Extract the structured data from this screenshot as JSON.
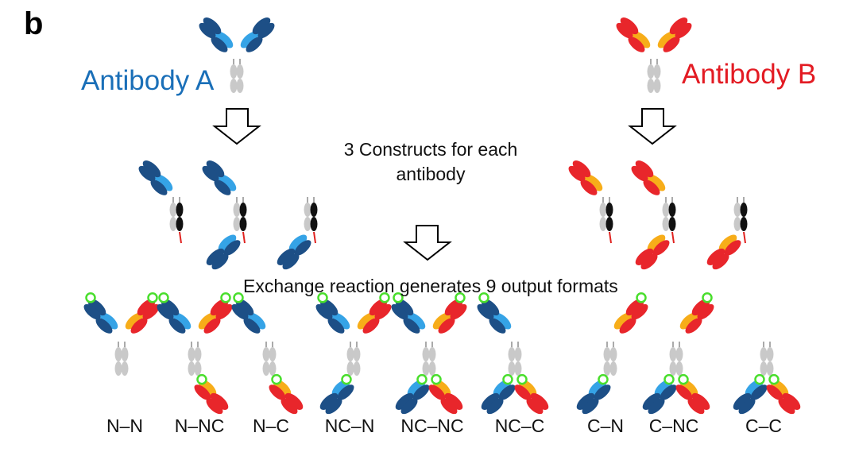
{
  "panel_label": "b",
  "antibody_a": {
    "label": "Antibody A",
    "color": "#1a6fb8"
  },
  "antibody_b": {
    "label": "Antibody B",
    "color": "#e31b23"
  },
  "constructs_text": "3 Constructs for each antibody",
  "exchange_text": "Exchange reaction generates 9 output formats",
  "formats": [
    "N–N",
    "N–NC",
    "N–C",
    "NC–N",
    "NC–NC",
    "NC–C",
    "C–N",
    "C–NC",
    "C–C"
  ],
  "colors": {
    "a_dark": "#1d4f86",
    "a_light": "#35a3e6",
    "b_red": "#e8262b",
    "b_orange": "#f7ad19",
    "fc_grey": "#c9c9c9",
    "fc_black": "#111111",
    "tag_red": "#e0221f",
    "label_ring": "#49de2c"
  }
}
